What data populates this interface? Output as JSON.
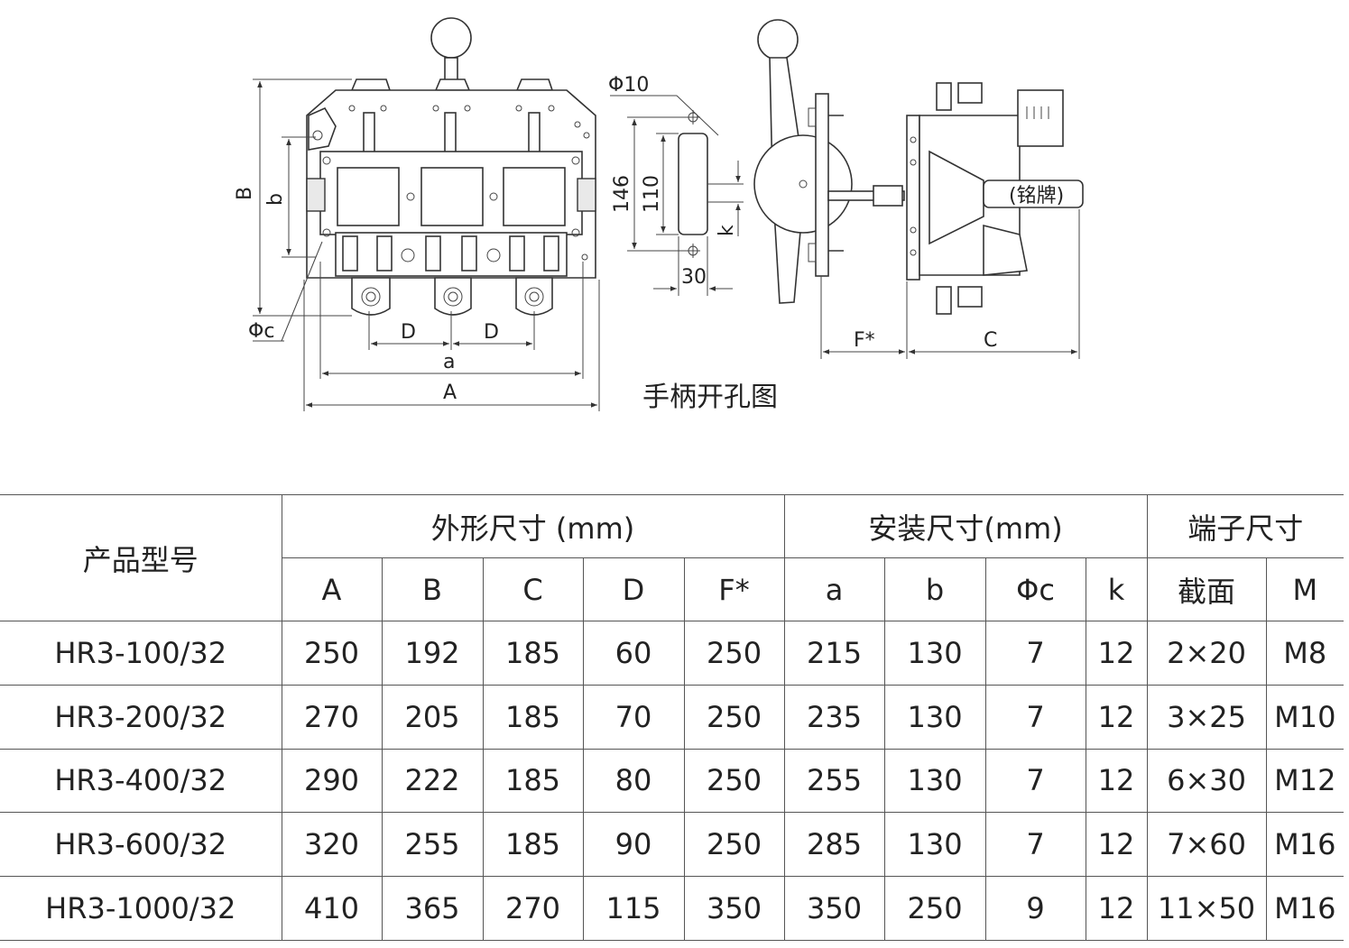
{
  "drawing": {
    "dims": {
      "B": "B",
      "b": "b",
      "phic": "Φc",
      "D1": "D",
      "D2": "D",
      "a": "a",
      "A": "A",
      "phi10": "Φ10",
      "d146": "146",
      "d110": "110",
      "k": "k",
      "d30": "30",
      "F": "F*",
      "C": "C",
      "nameplate": "(铭牌)"
    },
    "caption": "手柄开孔图"
  },
  "table": {
    "model_header": "产品型号",
    "group_outer": "外形尺寸 (mm)",
    "group_install": "安装尺寸(mm)",
    "group_terminal": "端子尺寸",
    "columns": [
      "A",
      "B",
      "C",
      "D",
      "F*",
      "a",
      "b",
      "Φc",
      "k",
      "截面",
      "M"
    ],
    "rows": [
      [
        "HR3-100/32",
        "250",
        "192",
        "185",
        "60",
        "250",
        "215",
        "130",
        "7",
        "12",
        "2×20",
        "M8"
      ],
      [
        "HR3-200/32",
        "270",
        "205",
        "185",
        "70",
        "250",
        "235",
        "130",
        "7",
        "12",
        "3×25",
        "M10"
      ],
      [
        "HR3-400/32",
        "290",
        "222",
        "185",
        "80",
        "250",
        "255",
        "130",
        "7",
        "12",
        "6×30",
        "M12"
      ],
      [
        "HR3-600/32",
        "320",
        "255",
        "185",
        "90",
        "250",
        "285",
        "130",
        "7",
        "12",
        "7×60",
        "M16"
      ],
      [
        "HR3-1000/32",
        "410",
        "365",
        "270",
        "115",
        "350",
        "350",
        "250",
        "9",
        "12",
        "11×50",
        "M16"
      ]
    ]
  }
}
